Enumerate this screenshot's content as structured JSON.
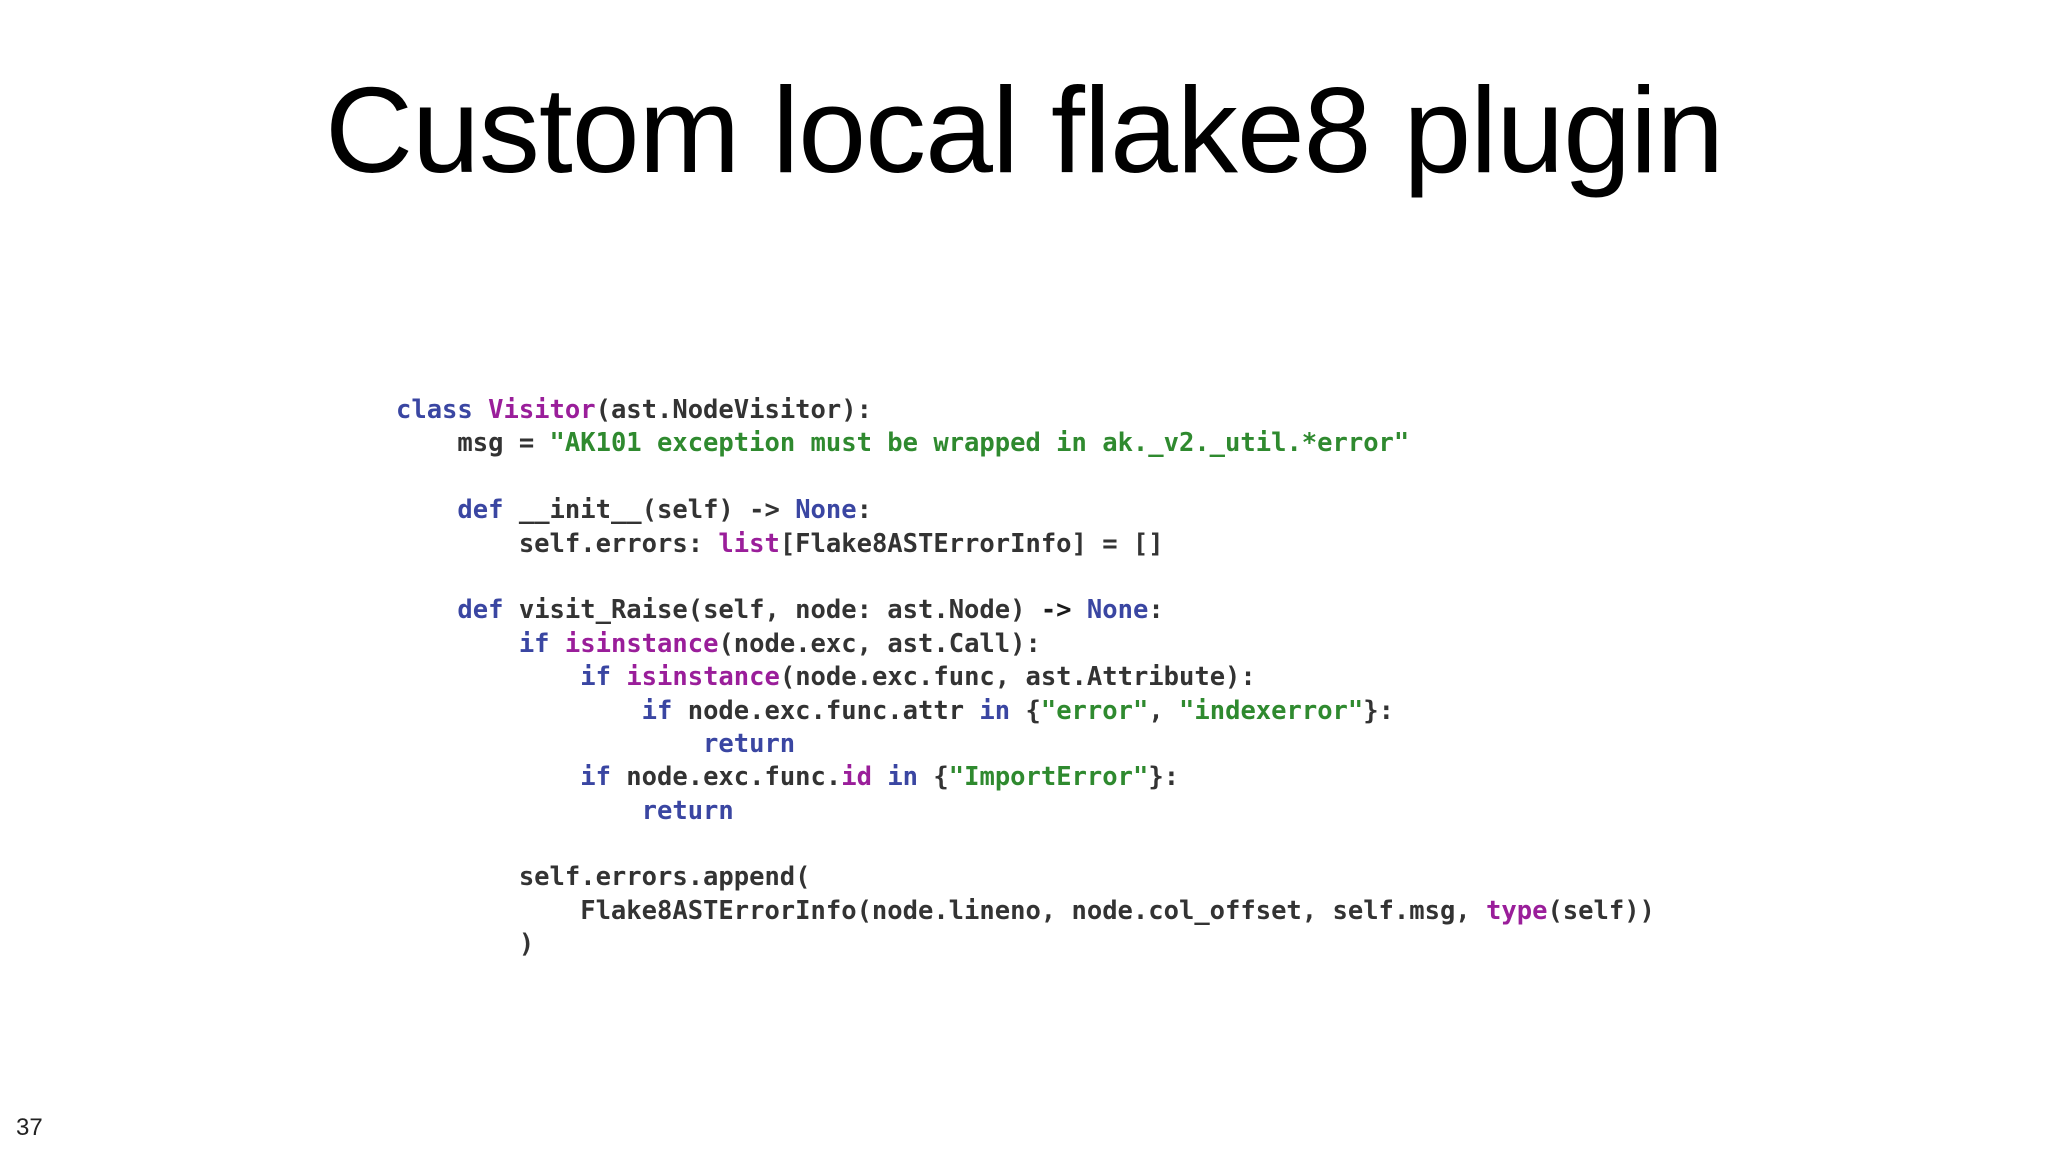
{
  "slide": {
    "title": "Custom local flake8 plugin",
    "page_number": "37"
  },
  "colors": {
    "keyword": "#3a46a2",
    "builtin": "#9a1e9a",
    "string": "#2f8a2f",
    "text": "#333333"
  },
  "code": {
    "lines": [
      [
        [
          "kw",
          "class"
        ],
        [
          "plain",
          " "
        ],
        [
          "fn",
          "Visitor"
        ],
        [
          "plain",
          "(ast.NodeVisitor):"
        ]
      ],
      [
        [
          "plain",
          "    msg = "
        ],
        [
          "str",
          "\"AK101 exception must be wrapped in ak._v2._util.*error\""
        ]
      ],
      [],
      [
        [
          "plain",
          "    "
        ],
        [
          "kw",
          "def"
        ],
        [
          "plain",
          " __init__(self) -> "
        ],
        [
          "kw",
          "None"
        ],
        [
          "plain",
          ":"
        ]
      ],
      [
        [
          "plain",
          "        self.errors: "
        ],
        [
          "fn",
          "list"
        ],
        [
          "plain",
          "[Flake8ASTErrorInfo] = []"
        ]
      ],
      [],
      [
        [
          "plain",
          "    "
        ],
        [
          "kw",
          "def"
        ],
        [
          "plain",
          " visit_Raise(self, node: ast.Node) "
        ],
        [
          "op",
          "->"
        ],
        [
          "plain",
          " "
        ],
        [
          "kw",
          "None"
        ],
        [
          "plain",
          ":"
        ]
      ],
      [
        [
          "plain",
          "        "
        ],
        [
          "kw",
          "if"
        ],
        [
          "plain",
          " "
        ],
        [
          "fn",
          "isinstance"
        ],
        [
          "plain",
          "(node.exc, ast.Call):"
        ]
      ],
      [
        [
          "plain",
          "            "
        ],
        [
          "kw",
          "if"
        ],
        [
          "plain",
          " "
        ],
        [
          "fn",
          "isinstance"
        ],
        [
          "plain",
          "(node.exc.func, ast.Attribute):"
        ]
      ],
      [
        [
          "plain",
          "                "
        ],
        [
          "kw",
          "if"
        ],
        [
          "plain",
          " node.exc.func.attr "
        ],
        [
          "kw",
          "in"
        ],
        [
          "plain",
          " {"
        ],
        [
          "str",
          "\"error\""
        ],
        [
          "plain",
          ", "
        ],
        [
          "str",
          "\"indexerror\""
        ],
        [
          "plain",
          "}:"
        ]
      ],
      [
        [
          "plain",
          "                    "
        ],
        [
          "kw",
          "return"
        ]
      ],
      [
        [
          "plain",
          "            "
        ],
        [
          "kw",
          "if"
        ],
        [
          "plain",
          " node.exc.func."
        ],
        [
          "fn",
          "id"
        ],
        [
          "plain",
          " "
        ],
        [
          "kw",
          "in"
        ],
        [
          "plain",
          " {"
        ],
        [
          "str",
          "\"ImportError\""
        ],
        [
          "plain",
          "}:"
        ]
      ],
      [
        [
          "plain",
          "                "
        ],
        [
          "kw",
          "return"
        ]
      ],
      [],
      [
        [
          "plain",
          "        self.errors.append("
        ]
      ],
      [
        [
          "plain",
          "            Flake8ASTErrorInfo(node.lineno, node.col_offset, self.msg, "
        ],
        [
          "fn",
          "type"
        ],
        [
          "plain",
          "(self))"
        ]
      ],
      [
        [
          "plain",
          "        )"
        ]
      ]
    ]
  }
}
